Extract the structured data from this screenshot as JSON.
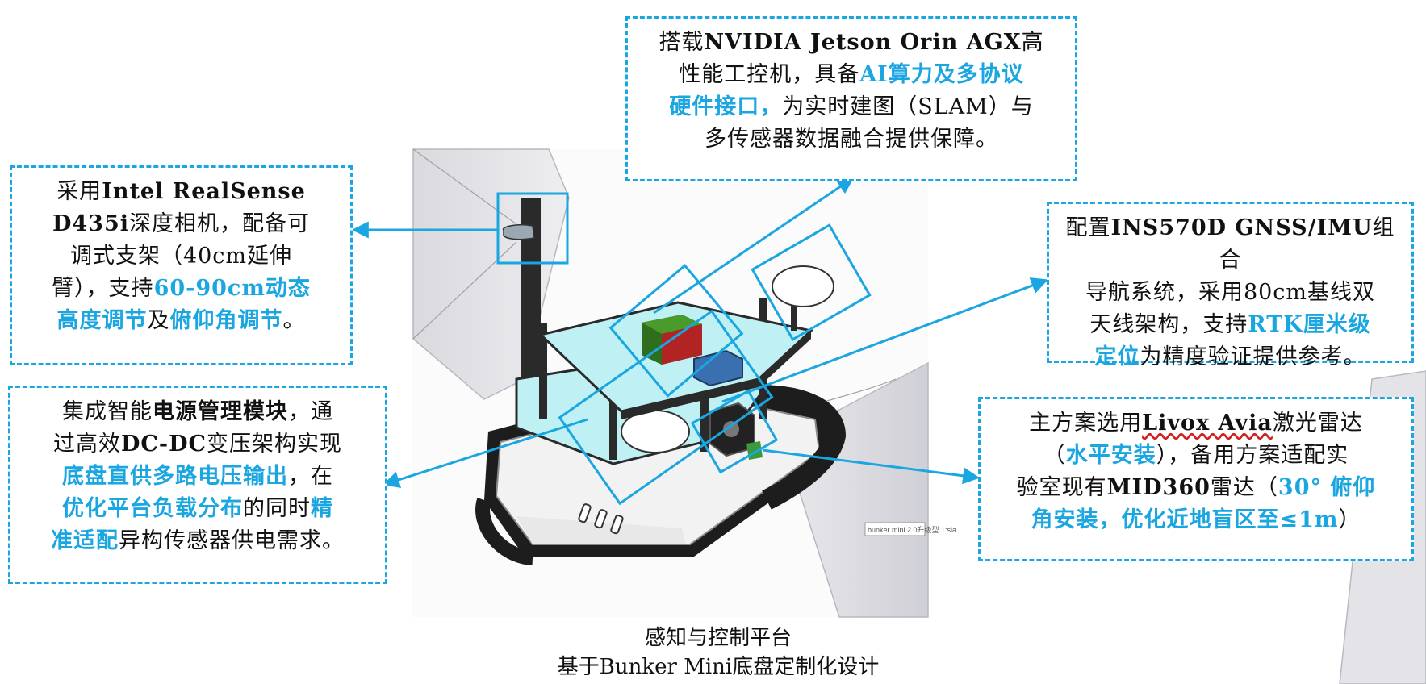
{
  "colors": {
    "accent": "#1aa6e0",
    "platform": "#bff0f3",
    "frame": "#2a2a2a",
    "track": "#1d1d1d"
  },
  "callouts": {
    "nvidia": {
      "l1_a": "搭载",
      "l1_b": "NVIDIA Jetson Orin AGX",
      "l1_c": "高",
      "l2_a": "性能工控机，具备",
      "l2_b": "AI算力及多协议",
      "l3_a": "硬件接口，",
      "l3_b": "为实时建图（SLAM）与",
      "l4": "多传感器数据融合提供保障。"
    },
    "camera": {
      "l1_a": "采用",
      "l1_b": "Intel RealSense",
      "l2_a": "D435i",
      "l2_b": "深度相机，配备可",
      "l3": "调式支架（40cm延伸",
      "l4_a": "臂），支持",
      "l4_b": "60-90cm动态",
      "l5_a": "高度调节",
      "l5_b": "及",
      "l5_c": "俯仰角调节",
      "l5_d": "。"
    },
    "ins": {
      "l1_a": "配置",
      "l1_b": "INS570D GNSS/IMU",
      "l1_c": "组合",
      "l2": "导航系统，采用80cm基线双",
      "l3_a": "天线架构，支持",
      "l3_b": "RTK厘米级",
      "l4_a": "定位",
      "l4_b": "为精度验证提供参考。"
    },
    "power": {
      "l1_a": "集成智能",
      "l1_b": "电源管理模块",
      "l1_c": "，通",
      "l2_a": "过高效",
      "l2_b": "DC-DC",
      "l2_c": "变压架构实现",
      "l3_a": "底盘直供多路电压输出",
      "l3_b": "，在",
      "l4_a": "优化平台负载分布",
      "l4_b": "的同时",
      "l4_c": "精",
      "l5_a": "准适配",
      "l5_b": "异构传感器供电需求。"
    },
    "lidar": {
      "l1_a": "主方案选用",
      "l1_b": "Livox Avia",
      "l1_c": "激光雷达",
      "l2_a": "（",
      "l2_b": "水平安装",
      "l2_c": "），备用方案适配实",
      "l3_a": "验室现有",
      "l3_b": "MID360",
      "l3_c": "雷达（",
      "l3_d": "30° 俯仰",
      "l4_a": "角安装，优化近地盲区至≤1m",
      "l4_b": "）"
    }
  },
  "image_label": "bunker mini 2.0升级型 1:sia",
  "caption": {
    "line1": "感知与控制平台",
    "line2": "基于Bunker Mini底盘定制化设计"
  }
}
